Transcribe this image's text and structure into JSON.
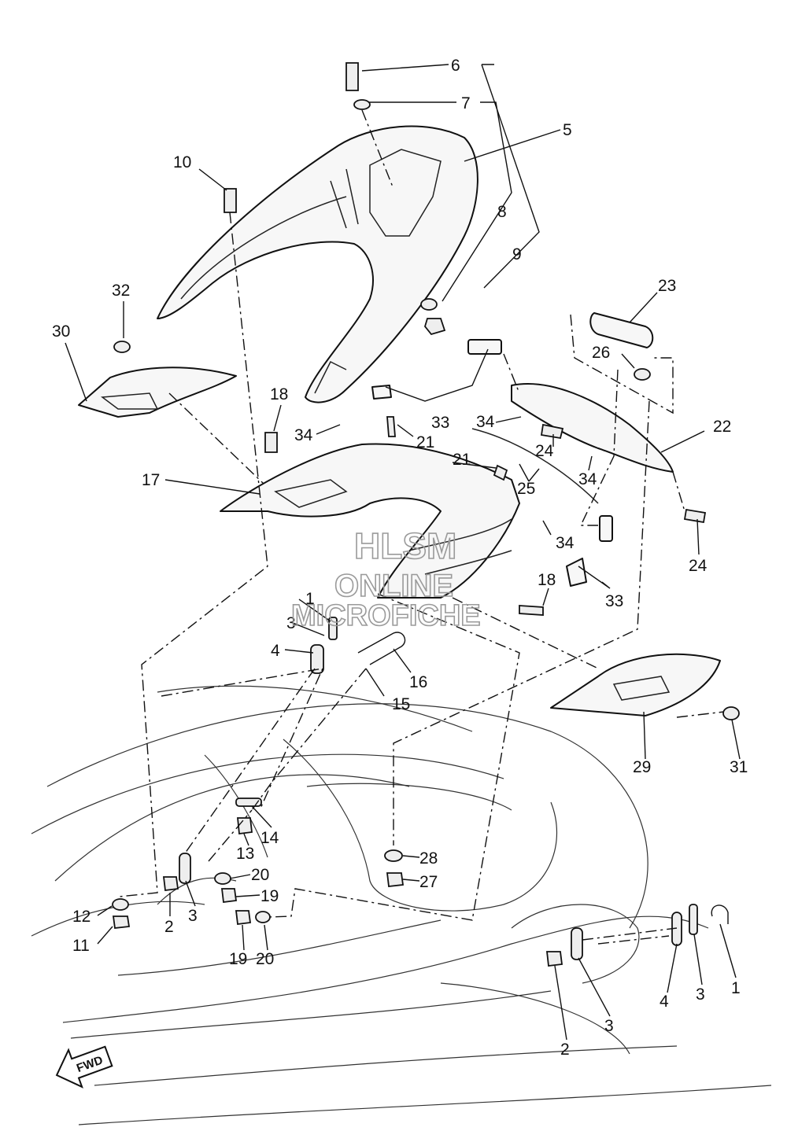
{
  "diagram": {
    "callouts": [
      "1",
      "2",
      "3",
      "4",
      "5",
      "6",
      "7",
      "8",
      "9",
      "10",
      "11",
      "12",
      "13",
      "14",
      "15",
      "16",
      "17",
      "18",
      "19",
      "20",
      "21",
      "22",
      "23",
      "24",
      "25",
      "26",
      "27",
      "28",
      "29",
      "30",
      "31",
      "32",
      "33",
      "34"
    ],
    "repeated_callouts": {
      "c1b": "1",
      "c2b": "2",
      "c3b": "3",
      "c3c": "3",
      "c3d": "3",
      "c4b": "4",
      "c18b": "18",
      "c19b": "19",
      "c20b": "20",
      "c21b": "21",
      "c24b": "24",
      "c33b": "33",
      "c34b": "34",
      "c34c": "34"
    },
    "watermark": {
      "line1": "HLSM",
      "line2": "ONLINE",
      "line3": "MICROFICHE"
    },
    "fwd_label": "FWD"
  }
}
